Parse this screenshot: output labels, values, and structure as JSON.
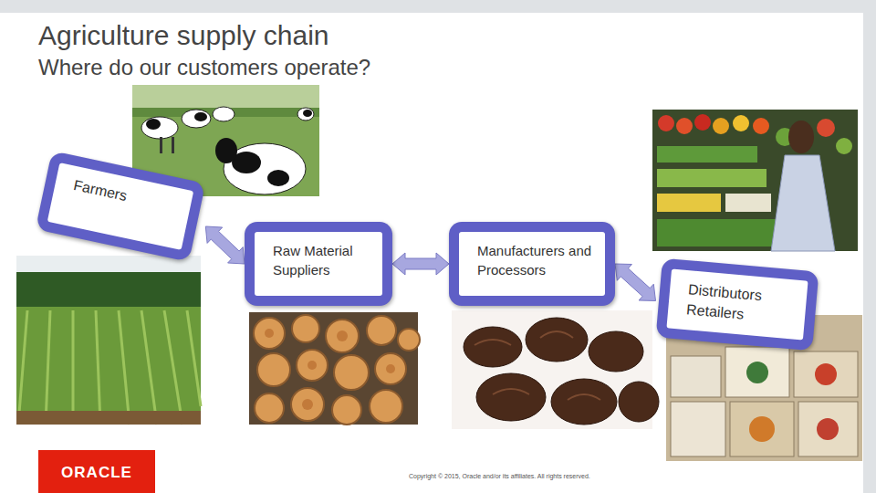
{
  "diagram": {
    "title": "Agriculture supply chain",
    "nodes": [
      {
        "text": [
          "Farmers"
        ]
      },
      {
        "text": [
          "Raw Material Suppliers"
        ]
      },
      {
        "text": [
          "Manufacturers and Processors"
        ]
      },
      {
        "text": [
          "Distributors Retailers"
        ]
      }
    ],
    "edges": [
      {
        "from": 0,
        "to": 1,
        "arrow": "both"
      },
      {
        "from": 1,
        "to": 2,
        "arrow": "both"
      },
      {
        "from": 2,
        "to": 3,
        "arrow": "both"
      }
    ],
    "labels": [
      "Where do our customers operate?",
      "ORACLE",
      "Copyright © 2015, Oracle and/or its affiliates. All rights reserved."
    ]
  }
}
